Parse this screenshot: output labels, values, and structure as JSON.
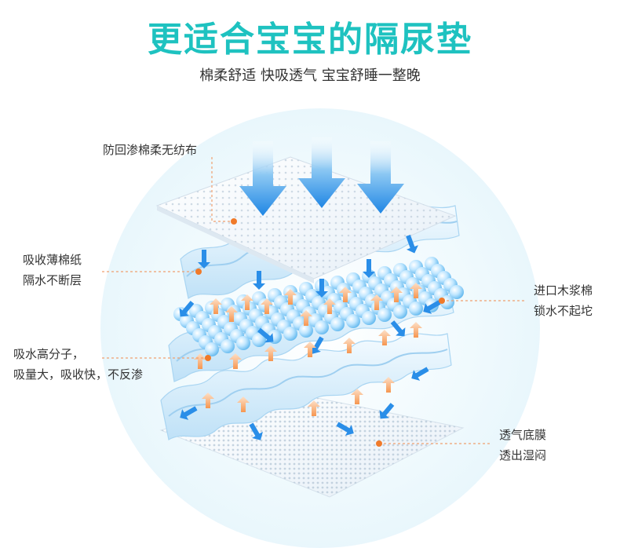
{
  "header": {
    "title": "更适合宝宝的隔尿垫",
    "subtitle": "棉柔舒适  快吸透气  宝宝舒睡一整晚"
  },
  "layers": {
    "top_sheet": {
      "line1": "防回渗棉柔无纺布"
    },
    "tissue": {
      "line1": "吸收薄棉纸",
      "line2": "隔水不断层"
    },
    "pulp": {
      "line1": "进口木浆棉",
      "line2": "锁水不起坨"
    },
    "sap": {
      "line1": "吸水高分子，",
      "line2": "吸量大，吸收快，不反渗"
    },
    "film": {
      "line1": "透气底膜",
      "line2": "透出湿闷"
    }
  },
  "colors": {
    "title": "#1ec2c0",
    "leader_line": "#f0a070",
    "leader_dot": "#f07a2a",
    "blue_arrow": "#2a8ee8",
    "orange_arrow": "#f7a060"
  }
}
